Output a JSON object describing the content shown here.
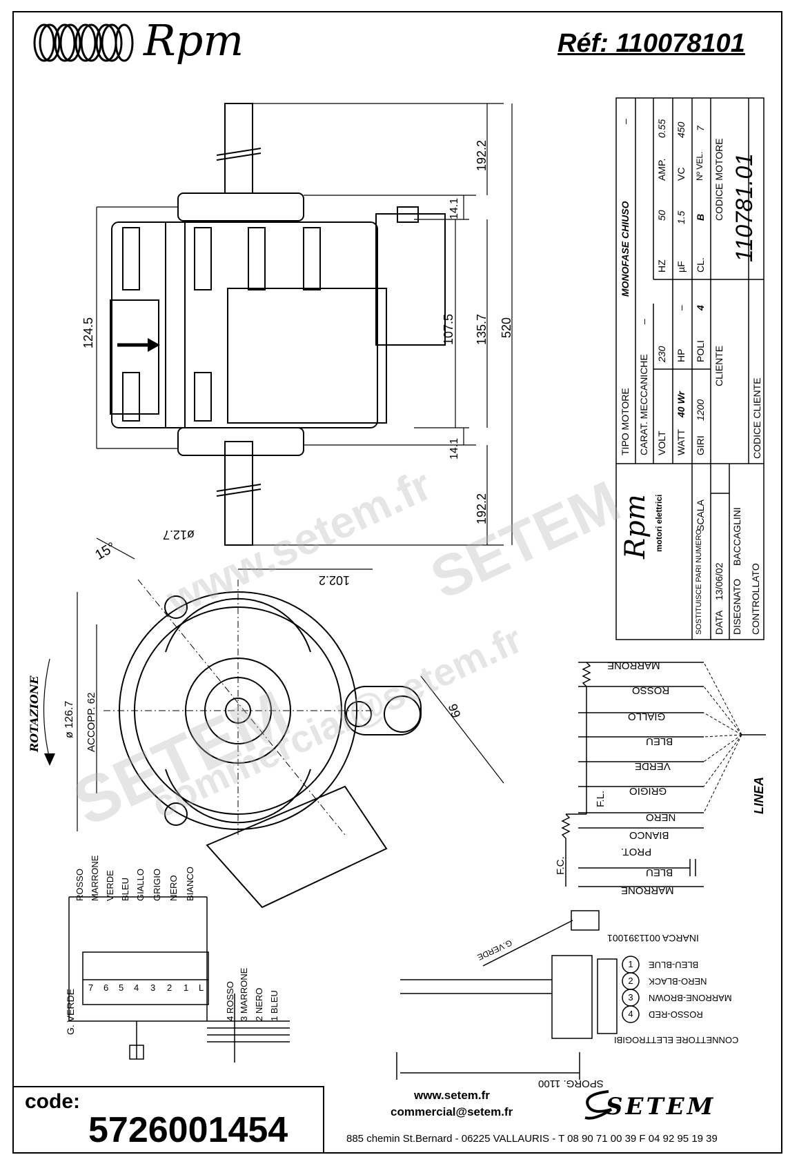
{
  "header": {
    "brand": "Rpm",
    "reference": "Réf: 110078101"
  },
  "title_block": {
    "tipo_motore_label": "TIPO MOTORE",
    "tipo_motore_value": "MONOFASE CHIUSO",
    "carat_label": "CARAT. MECCANICHE",
    "carat_value": "–",
    "volt_label": "VOLT",
    "volt_value": "230",
    "hz_label": "HZ",
    "hz_value": "50",
    "amp_label": "AMP.",
    "amp_value": "0.55",
    "watt_label": "WATT",
    "watt_value": "40 Wr",
    "hp_label": "HP",
    "hp_value": "–",
    "uf_label": "µF",
    "uf_value": "1.5",
    "vc_label": "VC",
    "vc_value": "450",
    "giri_label": "GIRI",
    "giri_value": "1200",
    "poli_label": "POLI",
    "poli_value": "4",
    "cl_label": "CL.",
    "cl_value": "B",
    "nvel_label": "Nº VEL.",
    "nvel_value": "7",
    "cliente_label": "CLIENTE",
    "codice_motore_label": "CODICE MOTORE",
    "codice_motore_value": "110781.01",
    "codice_cliente_label": "CODICE CLIENTE",
    "top_dash": "–",
    "company": "Rpm",
    "company_sub": "motori elettrici",
    "sostituisce_label": "SOSTITUISCE PARI NUMERO",
    "scala_label": "SCALA",
    "data_label": "DATA",
    "data_value": "13/06/02",
    "disegnato_label": "DISEGNATO",
    "disegnato_value": "BACCAGLINI",
    "controllato_label": "CONTROLLATO"
  },
  "dimensions": {
    "d1": "192.2",
    "d2": "14.1",
    "d3": "107.5",
    "d4": "135.7",
    "d5": "520",
    "d6": "14.1",
    "d7": "192.2",
    "d8": "124.5",
    "d9": "ø12.7",
    "d10": "102.2",
    "d11": "15°",
    "d12": "99",
    "d13": "ø 126.7",
    "d14": "ACCOPP. 62"
  },
  "rotation_label": "ROTAZIONE",
  "wiring": {
    "wires_right": [
      "MARRONE",
      "ROSSO",
      "GIALLO",
      "BLEU",
      "VERDE",
      "GRIGIO",
      "NERO",
      "BIANCO",
      "BLEU",
      "MARRONE"
    ],
    "fl": "F.L.",
    "fc": "F.C.",
    "prot": "PROT.",
    "linea": "LINEA",
    "terminal_wires": [
      "ROSSO",
      "MARRONE",
      "VERDE",
      "BLEU",
      "GIALLO",
      "GRIGIO",
      "NERO",
      "BIANCO"
    ],
    "terminal_numbers": [
      "7",
      "6",
      "5",
      "4",
      "3",
      "2",
      "1",
      "L"
    ],
    "gverde": "G. VERDE",
    "lower_wires": [
      "4 ROSSO",
      "3 MARRONE",
      "2 NERO",
      "1 BLEU"
    ]
  },
  "connector": {
    "inarca": "INARCA 0011391001",
    "gverde": "G.VERDE",
    "pins": [
      {
        "num": "1",
        "label": "BLEU-BLUE"
      },
      {
        "num": "2",
        "label": "NERO-BLACK"
      },
      {
        "num": "3",
        "label": "MARRONE-BROWN"
      },
      {
        "num": "4",
        "label": "ROSSO-RED"
      }
    ],
    "connettore": "CONNETTORE ELETTROGIBI",
    "sporg": "SPORG. 1100"
  },
  "footer": {
    "code_label": "code:",
    "code_value": "5726001454",
    "web": "www.setem.fr",
    "email": "commercial@setem.fr",
    "address": "885 chemin St.Bernard  -  06225 VALLAURIS  -  T 08 90 71 00 39  F 04 92 95 19 39",
    "brand": "SETEM"
  },
  "watermarks": [
    "www.setem.fr",
    "SETEM",
    "commercial@setem.fr",
    "SETEM"
  ]
}
